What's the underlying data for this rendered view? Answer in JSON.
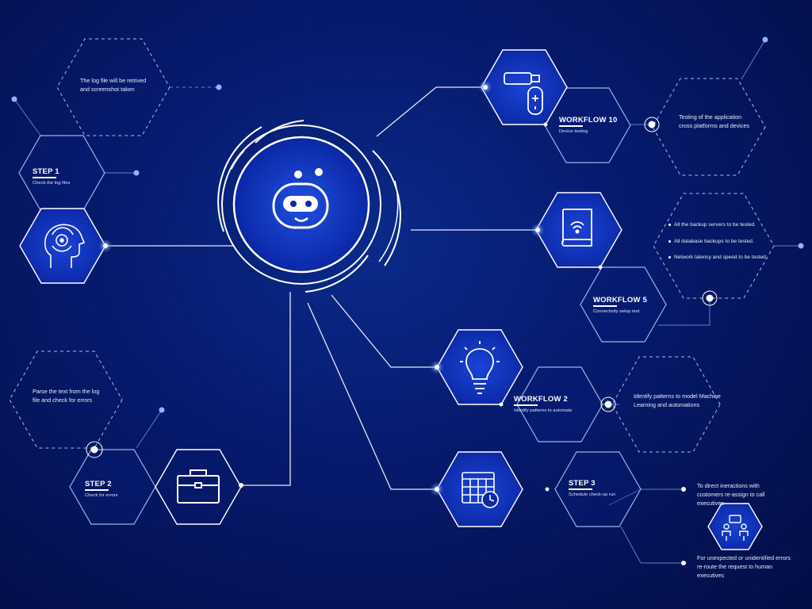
{
  "center": {
    "icon": "robot-face-icon"
  },
  "step1": {
    "title": "STEP 1",
    "subtitle": "Check the log files",
    "note": "The log file will be retrived and screenshot taken",
    "icon": "head-gear-icon"
  },
  "step2": {
    "title": "STEP 2",
    "subtitle": "Check for errors",
    "note": "Parse the text from the log file and check for errors",
    "icon": "briefcase-icon"
  },
  "step3": {
    "title": "STEP 3",
    "subtitle": "Schedule check-up run",
    "note_top": "To direct ineractions with customers re-assign to call executives",
    "note_bottom": "For unexpected or unidentified errors re-route the request to human executives",
    "icon": "calendar-clock-icon",
    "icon2": "meeting-people-icon"
  },
  "workflow2": {
    "title": "WORKFLOW 2",
    "subtitle": "Identify patterns to automate",
    "note": "Identify patterns to model Machine Learning and automations",
    "icon": "lightbulb-icon"
  },
  "workflow5": {
    "title": "WORKFLOW 5",
    "subtitle": "Connectivity setup test",
    "bullets": [
      "All the backup servers to be tested.",
      "All database backups to be tested.",
      "Network latency and speed to be tested."
    ],
    "icon": "wifi-book-icon"
  },
  "workflow10": {
    "title": "WORKFLOW 10",
    "subtitle": "Device testing",
    "note": "Testing of the application cross platforms and devices",
    "icon": "usb-remote-icon"
  },
  "colors": {
    "background": "#06196b",
    "hex_fill": "#0a2fb8",
    "line": "#ffffff",
    "accent_dot": "#8fb3ff"
  }
}
